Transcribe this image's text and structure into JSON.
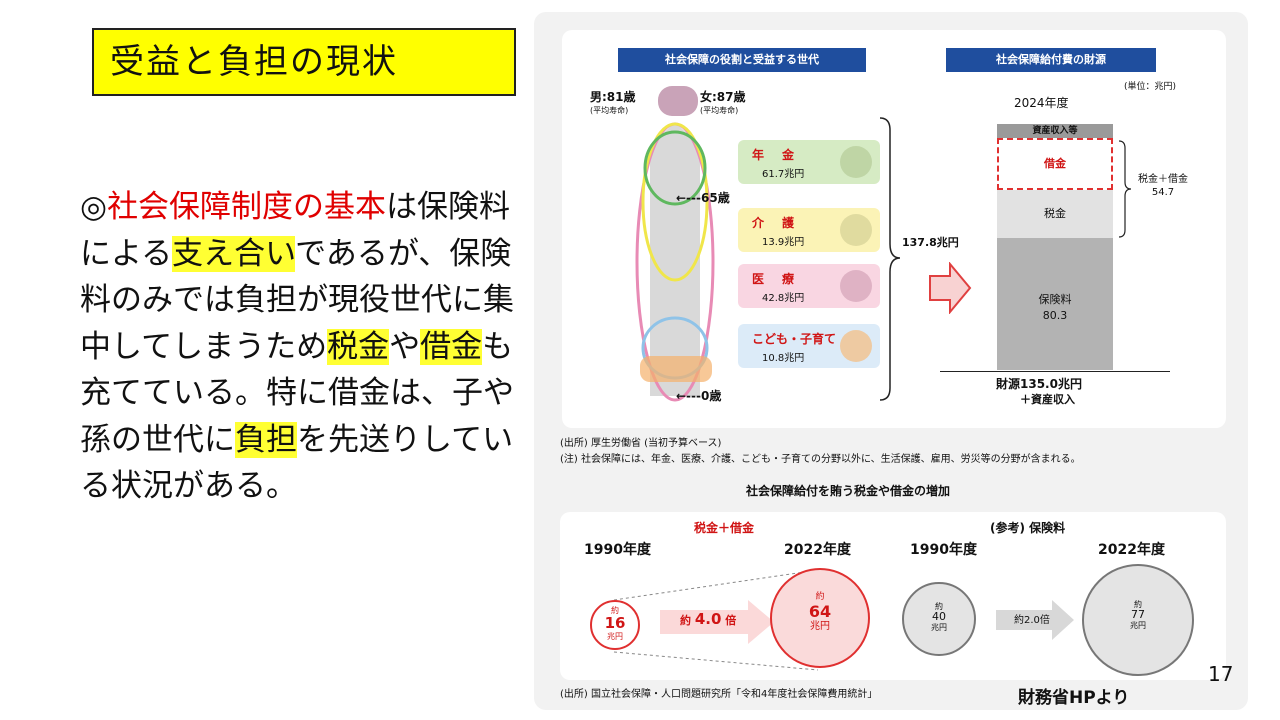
{
  "slide": {
    "title": "受益と負担の現状",
    "page_number": "17",
    "credit": "財務省HPより"
  },
  "body": {
    "prefix": "◎",
    "red_phrase": "社会保障制度の基本",
    "p1": "は保険料による",
    "hl1": "支え合い",
    "p2": "であるが、保険料のみでは負担が現役世代に集中してしまうため",
    "hl2": "税金",
    "p3": "や",
    "hl3": "借金",
    "p4": "も充てている。特に借金は、子や孫の世代に",
    "hl4": "負担",
    "p5": "を先送りしている状況がある。"
  },
  "figure": {
    "left_header": "社会保障の役割と受益する世代",
    "right_header": "社会保障給付費の財源",
    "male_life": "男:81歳",
    "female_life": "女:87歳",
    "avg_life": "(平均寿命)",
    "age65": "65歳",
    "age0": "0歳",
    "total": "137.8兆円",
    "unit": "(単位：兆円)",
    "year": "2024年度",
    "categories": [
      {
        "name": "年　金",
        "value": "61.7兆円"
      },
      {
        "name": "介　護",
        "value": "13.9兆円"
      },
      {
        "name": "医　療",
        "value": "42.8兆円"
      },
      {
        "name": "こども・子育て",
        "value": "10.8兆円"
      }
    ],
    "bar": {
      "asset": "資産収入等",
      "borrow": "借金",
      "tax": "税金",
      "premium": "保険料",
      "premium_value": "80.3",
      "tax_borrow_label": "税金＋借金",
      "tax_borrow_value": "54.7",
      "source_total": "財源135.0兆円",
      "source_sub": "＋資産収入"
    },
    "note_source": "(出所) 厚生労働省 (当初予算ベース)",
    "note_comment": "(注) 社会保障には、年金、医療、介護、こども・子育ての分野以外に、生活保護、雇用、労災等の分野が含まれる。",
    "bottom_title": "社会保障給付を賄う税金や借金の増加",
    "tax_section": {
      "title": "税金＋借金",
      "year_from": "1990年度",
      "year_to": "2022年度",
      "from_about": "約",
      "from_value": "16",
      "from_unit": "兆円",
      "mult_about": "約",
      "mult_value": "4.0",
      "mult_unit": "倍",
      "to_about": "約",
      "to_value": "64",
      "to_unit": "兆円"
    },
    "premium_section": {
      "title": "(参考) 保険料",
      "year_from": "1990年度",
      "year_to": "2022年度",
      "from_about": "約",
      "from_value": "40",
      "from_unit": "兆円",
      "mult": "約2.0倍",
      "to_about": "約",
      "to_value": "77",
      "to_unit": "兆円"
    },
    "bottom_source": "(出所) 国立社会保障・人口問題研究所「令和4年度社会保障費用統計」"
  },
  "colors": {
    "title_bg": "#ffff00",
    "accent_red": "#e00000",
    "header_blue": "#1f4e9e"
  }
}
